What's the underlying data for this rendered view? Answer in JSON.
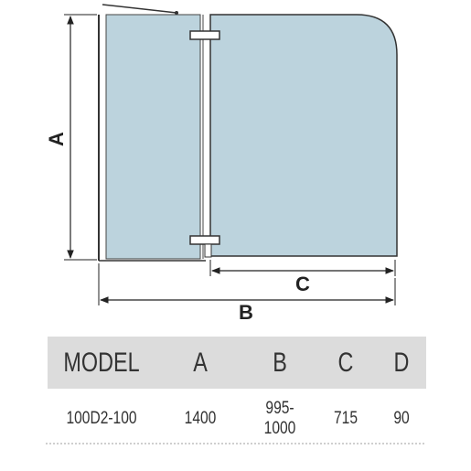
{
  "diagram": {
    "dimension_labels": {
      "a": "A",
      "b": "B",
      "c": "C"
    },
    "colors": {
      "glass": "#bcd3dd",
      "outline": "#333333",
      "dimension_line": "#222222"
    }
  },
  "table": {
    "headers": {
      "model": "MODEL",
      "a": "A",
      "b": "B",
      "c": "C",
      "d": "D"
    },
    "rows": [
      {
        "model": "100D2-100",
        "a": "1400",
        "b": "995-1000",
        "c": "715",
        "d": "90"
      }
    ],
    "header_background": "#dcdcdc"
  }
}
